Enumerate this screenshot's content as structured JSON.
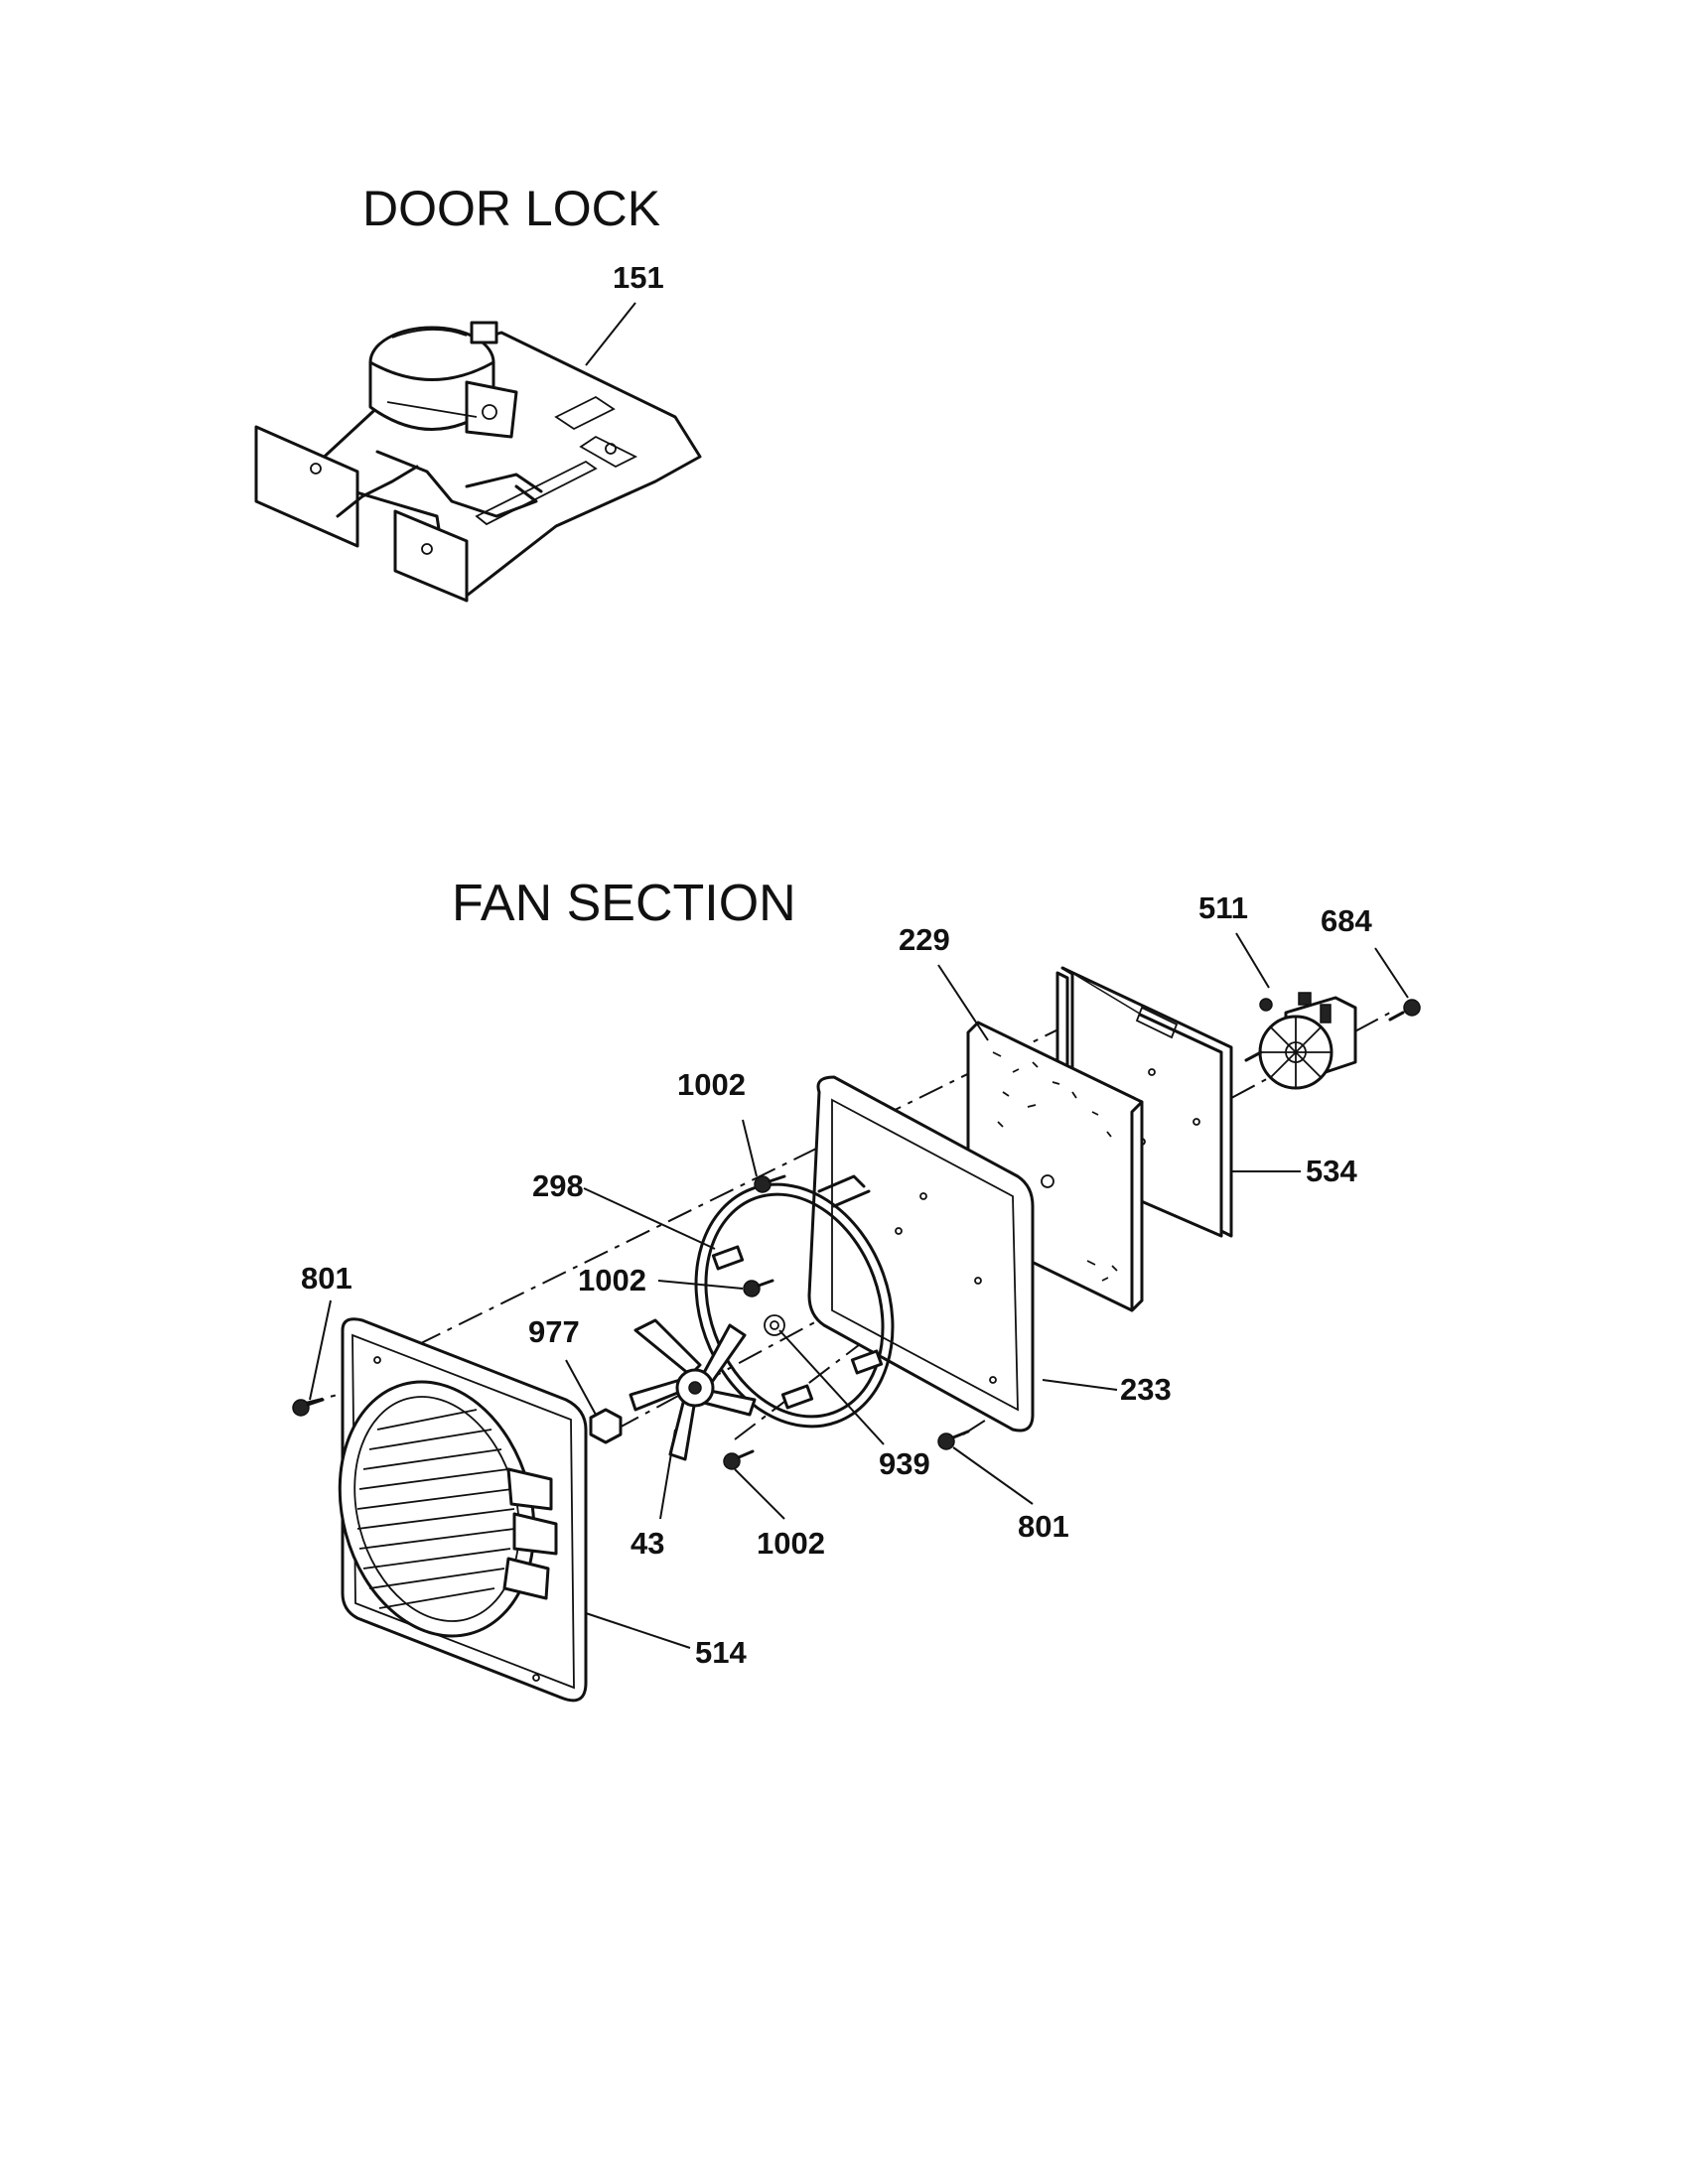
{
  "diagram": {
    "sections": [
      {
        "title": "DOOR LOCK"
      },
      {
        "title": "FAN SECTION"
      }
    ],
    "callouts": {
      "door_lock": "151",
      "insulation": "229",
      "motor": "511",
      "screw_684": "684",
      "screw_1002_top": "1002",
      "element_298": "298",
      "cover_534": "534",
      "screw_801_left": "801",
      "screw_1002_mid": "1002",
      "nut_977": "977",
      "gasket_233": "233",
      "washer_939": "939",
      "screw_801_right": "801",
      "fan_blade": "43",
      "screw_1002_bottom": "1002",
      "baffle_514": "514"
    }
  }
}
